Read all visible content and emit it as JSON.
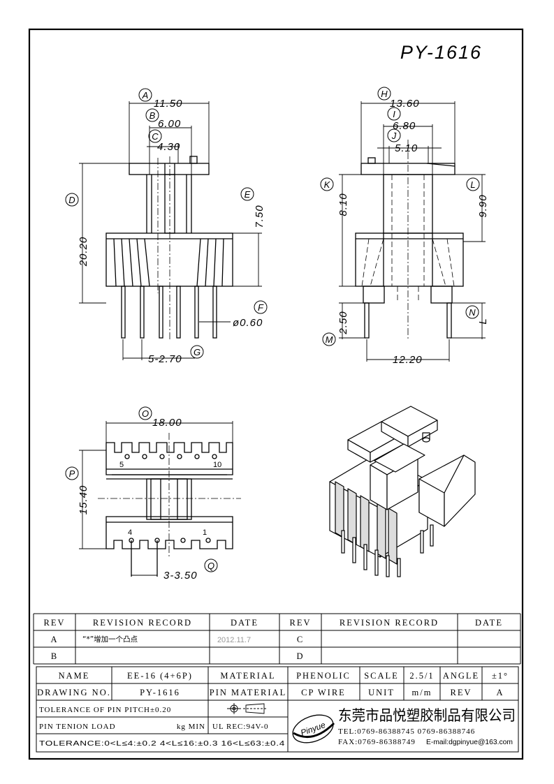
{
  "drawing": {
    "title": "PY-1616",
    "front_view": {
      "dims": {
        "A": "11.50",
        "B": "6.00",
        "C": "4.30",
        "D": "20.20",
        "E": "7.50",
        "F": "ø0.60",
        "G": "5-2.70"
      }
    },
    "side_view": {
      "dims": {
        "H": "13.60",
        "I": "6.80",
        "J": "5.10",
        "K": "8.10",
        "L": "9.90",
        "M": "2.50",
        "N": "L",
        "width": "12.20"
      }
    },
    "top_view": {
      "dims": {
        "O": "18.00",
        "P": "15.40",
        "Q": "3-3.50"
      },
      "pin_numbers": {
        "p5": "5",
        "p10": "10",
        "p4": "4",
        "p1": "1"
      }
    },
    "labels": [
      "A",
      "B",
      "C",
      "D",
      "E",
      "F",
      "G",
      "H",
      "I",
      "J",
      "K",
      "L",
      "M",
      "N",
      "O",
      "P",
      "Q"
    ]
  },
  "revision_table": {
    "headers": [
      "REV",
      "REVISION RECORD",
      "DATE",
      "REV",
      "REVISION RECORD",
      "DATE"
    ],
    "rows": [
      {
        "rev": "A",
        "record": "“*”增加一个凸点",
        "date": "2012.11.7",
        "rev2": "C",
        "record2": "",
        "date2": ""
      },
      {
        "rev": "B",
        "record": "",
        "date": "",
        "rev2": "D",
        "record2": "",
        "date2": ""
      }
    ]
  },
  "title_block": {
    "name_label": "NAME",
    "name_value": "EE-16 (4+6P)",
    "material_label": "MATERIAL",
    "material_value": "PHENOLIC",
    "scale_label": "SCALE",
    "scale_value": "2.5/1",
    "angle_label": "ANGLE",
    "angle_value": "±1°",
    "drawing_no_label": "DRAWING NO.",
    "drawing_no_value": "PY-1616",
    "pin_material_label": "PIN MATERIAL",
    "pin_material_value": "CP WIRE",
    "unit_label": "UNIT",
    "unit_value": "m/m",
    "rev_label": "REV",
    "rev_value": "A",
    "tol_pitch": "TOLERANCE OF PIN PITCH±0.20",
    "pin_load_label": "PIN TENION LOAD",
    "pin_load_unit": "kg MIN",
    "ul": "UL REC:94V-0",
    "tolerance": "TOLERANCE:0<L≤4:±0.2  4<L≤16:±0.3  16<L≤63:±0.4"
  },
  "company": {
    "logo_text": "Pinyue",
    "name": "东莞市品悦塑胶制品有限公司",
    "tel": "TEL:0769-86388745   0769-86388746",
    "fax": "FAX:0769-86388749",
    "email": "E-mail:dgpinyue@163.com"
  }
}
